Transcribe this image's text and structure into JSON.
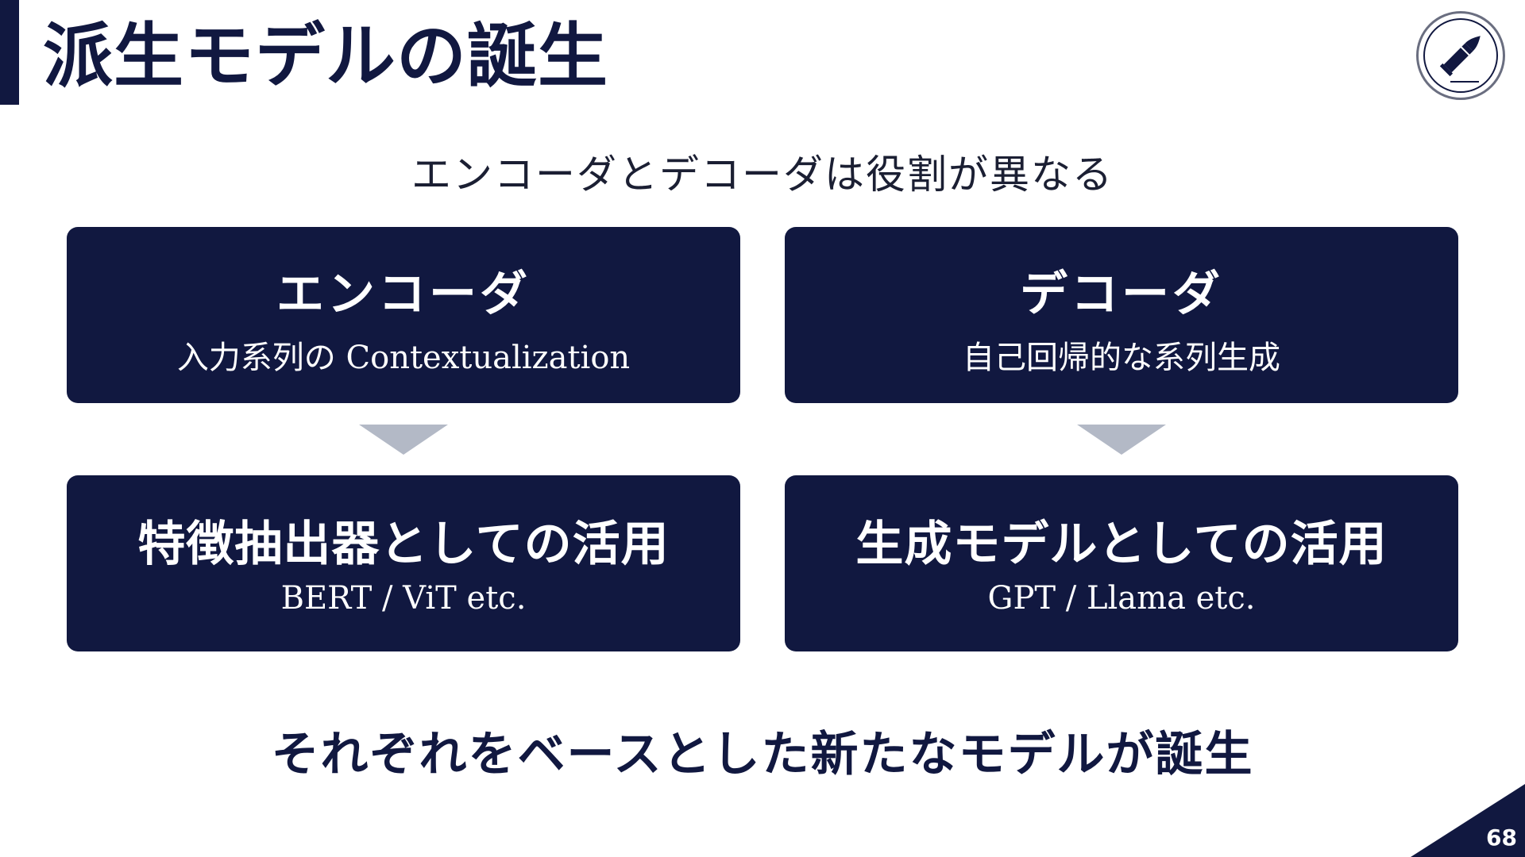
{
  "title": "派生モデルの誕生",
  "subtitle": "エンコーダとデコーダは役割が異なる",
  "encoder": {
    "title": "エンコーダ",
    "description": "入力系列の Contextualization"
  },
  "decoder": {
    "title": "デコーダ",
    "description": "自己回帰的な系列生成"
  },
  "encoder_use": {
    "title": "特徴抽出器としての活用",
    "examples": "BERT / ViT etc."
  },
  "decoder_use": {
    "title": "生成モデルとしての活用",
    "examples": "GPT / Llama etc."
  },
  "conclusion": "それぞれをベースとした新たなモデルが誕生",
  "page_number": "68",
  "logo_icon": "bullet-icon",
  "colors": {
    "navy": "#111840",
    "arrow_gray": "#b3b9c6",
    "background": "#ffffff"
  }
}
